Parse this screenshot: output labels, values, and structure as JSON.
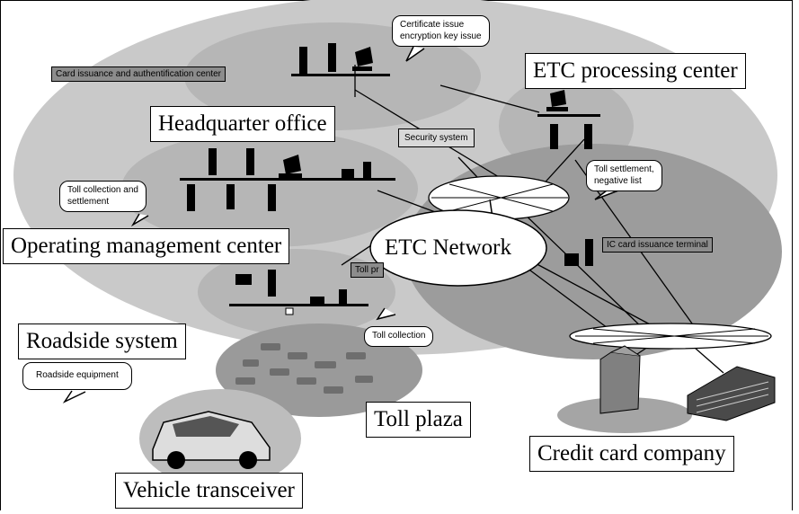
{
  "labels": {
    "headquarter_office": "Headquarter office",
    "etc_processing_center": "ETC processing center",
    "operating_management_center": "Operating management center",
    "etc_network": "ETC Network",
    "roadside_system": "Roadside system",
    "toll_plaza": "Toll plaza",
    "credit_card_company": "Credit card company",
    "vehicle_transceiver": "Vehicle transceiver"
  },
  "small_labels": {
    "card_issuance_center": "Card issuance and authentification center",
    "security_system": "Security system",
    "ic_card_terminal": "IC card issuance terminal",
    "toll_processing": "Toll pr"
  },
  "bubbles": {
    "certificate_issue": [
      "Certificate issue",
      "encryption key issue"
    ],
    "toll_collection_settlement": [
      "Toll collection and",
      "settlement"
    ],
    "toll_settlement_negative": [
      "Toll settlement,",
      "negative list"
    ],
    "toll_collection": [
      "Toll collection"
    ],
    "roadside_equipment": [
      "Roadside equipment"
    ]
  }
}
